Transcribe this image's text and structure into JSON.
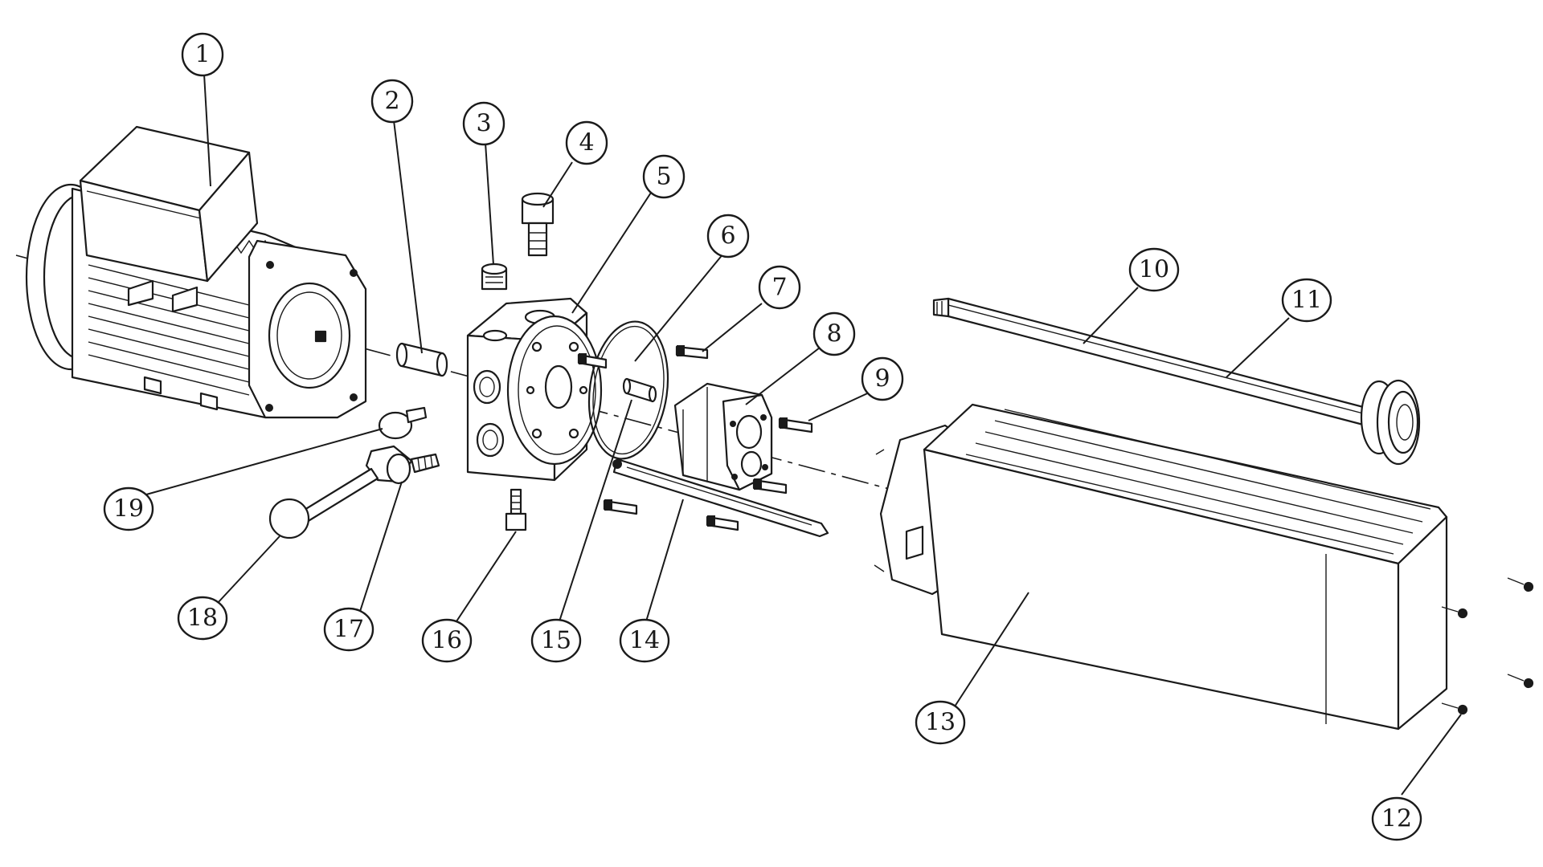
{
  "diagram": {
    "type": "exploded-parts-view",
    "colors": {
      "ink": "#1a1a1a",
      "paper": "#ffffff",
      "shade": "#e9e9e9"
    },
    "callouts": [
      {
        "id": "c1",
        "label": "1"
      },
      {
        "id": "c2",
        "label": "2"
      },
      {
        "id": "c3",
        "label": "3"
      },
      {
        "id": "c4",
        "label": "4"
      },
      {
        "id": "c5",
        "label": "5"
      },
      {
        "id": "c6",
        "label": "6"
      },
      {
        "id": "c7",
        "label": "7"
      },
      {
        "id": "c8",
        "label": "8"
      },
      {
        "id": "c9",
        "label": "9"
      },
      {
        "id": "c10",
        "label": "10"
      },
      {
        "id": "c11",
        "label": "11"
      },
      {
        "id": "c12",
        "label": "12"
      },
      {
        "id": "c13",
        "label": "13"
      },
      {
        "id": "c14",
        "label": "14"
      },
      {
        "id": "c15",
        "label": "15"
      },
      {
        "id": "c16",
        "label": "16"
      },
      {
        "id": "c17",
        "label": "17"
      },
      {
        "id": "c18",
        "label": "18"
      },
      {
        "id": "c19",
        "label": "19"
      }
    ]
  }
}
